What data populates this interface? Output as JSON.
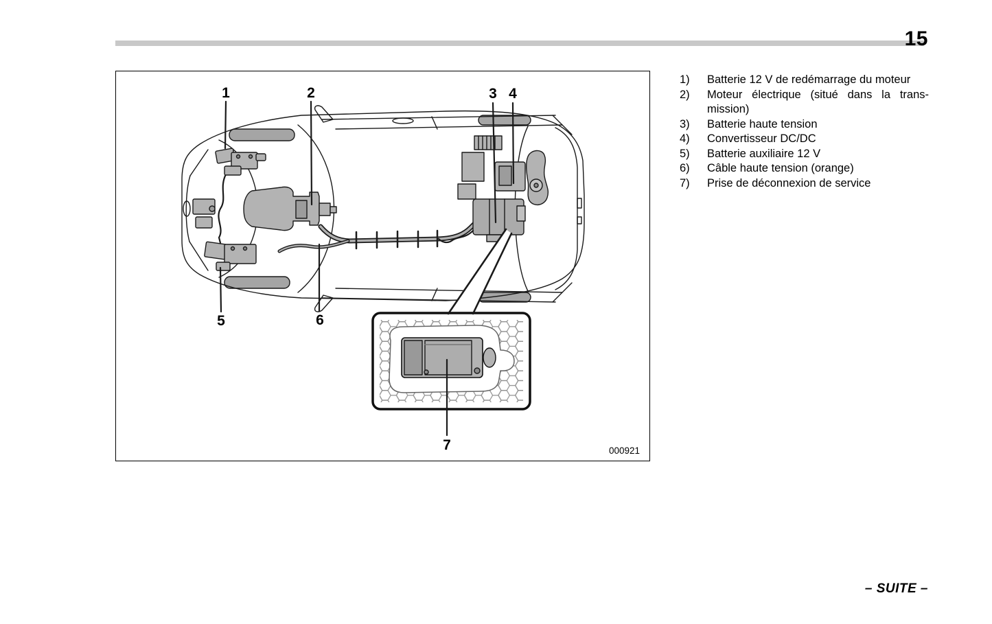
{
  "page": {
    "number": "15",
    "continuation": "– SUITE –"
  },
  "figure": {
    "code": "000921",
    "description": "Vue de dessus du véhicule hybride montrant l'emplacement des composants électriques",
    "callouts": [
      "1",
      "2",
      "3",
      "4",
      "5",
      "6",
      "7"
    ]
  },
  "legend": {
    "items": [
      {
        "num": "1)",
        "lines": [
          "Batterie 12 V de redémarrage du moteur"
        ]
      },
      {
        "num": "2)",
        "lines": [
          "Moteur électrique (situé dans la trans-",
          "mission)"
        ]
      },
      {
        "num": "3)",
        "lines": [
          "Batterie haute tension"
        ]
      },
      {
        "num": "4)",
        "lines": [
          "Convertisseur DC/DC"
        ]
      },
      {
        "num": "5)",
        "lines": [
          "Batterie auxiliaire 12 V"
        ]
      },
      {
        "num": "6)",
        "lines": [
          "Câble haute tension (orange)"
        ]
      },
      {
        "num": "7)",
        "lines": [
          "Prise de déconnexion de service"
        ]
      }
    ]
  },
  "colors": {
    "rule_gray": "#c8c8c8",
    "line_black": "#1a1a1a",
    "component_gray": "#b3b3b3",
    "mesh_gray": "#8f8f8f"
  }
}
